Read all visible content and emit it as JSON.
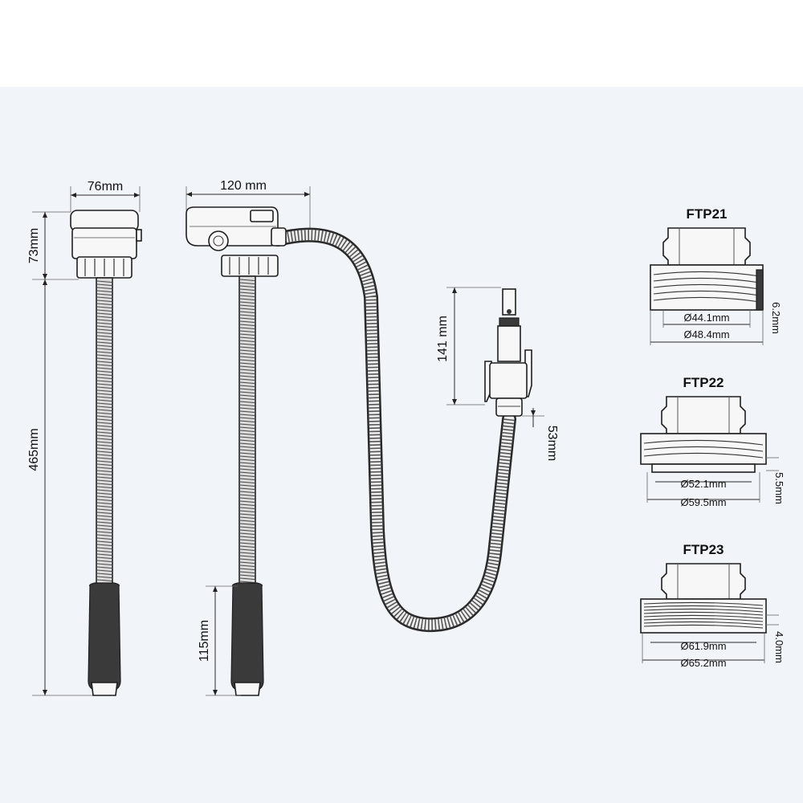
{
  "dimensions": {
    "pump_width": "76mm",
    "pump_height": "73mm",
    "tube_length": "465mm",
    "hose_pump_width": "120 mm",
    "nozzle_length": "141 mm",
    "handle_length": "115mm",
    "nozzle_tip": "53mm"
  },
  "adapters": [
    {
      "name": "FTP21",
      "inner_diameter": "Ø44.1mm",
      "outer_diameter": "Ø48.4mm",
      "pitch": "6.2mm"
    },
    {
      "name": "FTP22",
      "inner_diameter": "Ø52.1mm",
      "outer_diameter": "Ø59.5mm",
      "pitch": "5.5mm"
    },
    {
      "name": "FTP23",
      "inner_diameter": "Ø61.9mm",
      "outer_diameter": "Ø65.2mm",
      "pitch": "4.0mm"
    }
  ],
  "colors": {
    "panel": "#f1f4f8",
    "line": "#1e1e1e"
  }
}
